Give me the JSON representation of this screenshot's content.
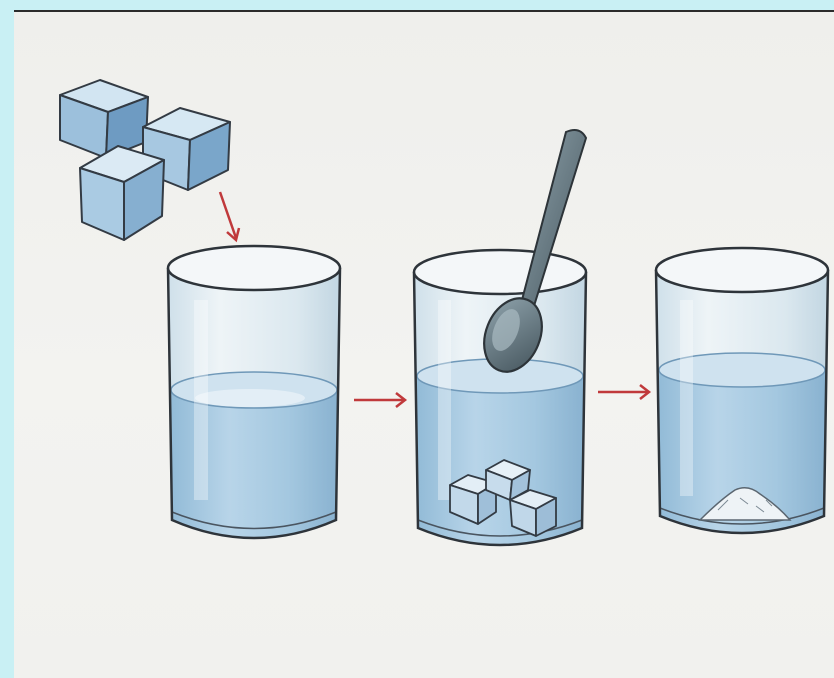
{
  "scene": {
    "description_items": [
      "sugar-cubes",
      "glass-of-water",
      "glass-with-cubes-and-spoon",
      "glass-with-dissolving-sugar"
    ],
    "colors": {
      "page_border": "#c9f0f4",
      "paper": "#f0f0ed",
      "water": "#9fc6e0",
      "glass_outline": "#3a3f44",
      "arrow": "#c0393b",
      "sugar_cube": "#a8cbe6",
      "spoon": "#5d6f78"
    }
  }
}
